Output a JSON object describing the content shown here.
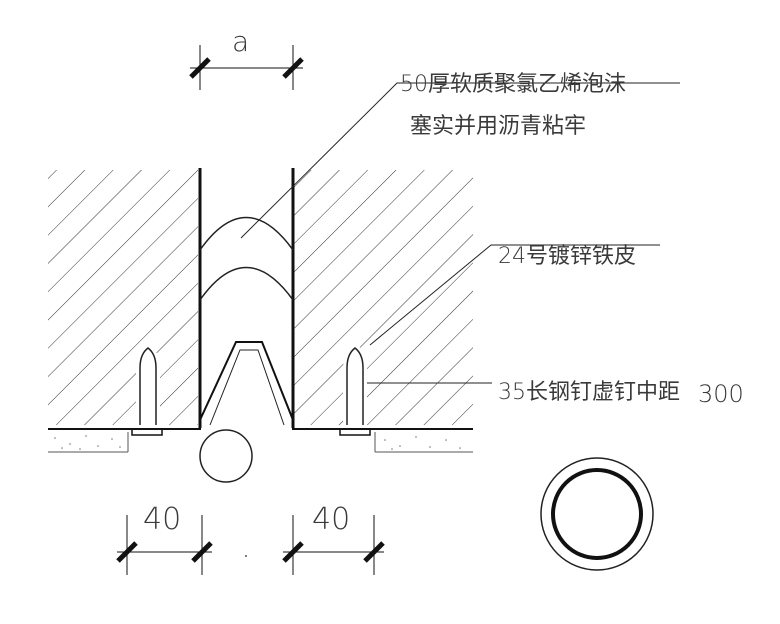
{
  "labels": {
    "dim_top": "a",
    "foam_line1": "50厚软质聚氯乙烯泡沫",
    "foam_line2": "塞实并用沥青粘牢",
    "sheet": "24号镀锌铁皮",
    "nail": "35长钢钉虚钉中距",
    "nail_spacing": "300",
    "dim_left": "40",
    "dim_right": "40"
  },
  "colors": {
    "line": "#111111",
    "hatch": "#333333",
    "text": "#3a3a3a"
  }
}
